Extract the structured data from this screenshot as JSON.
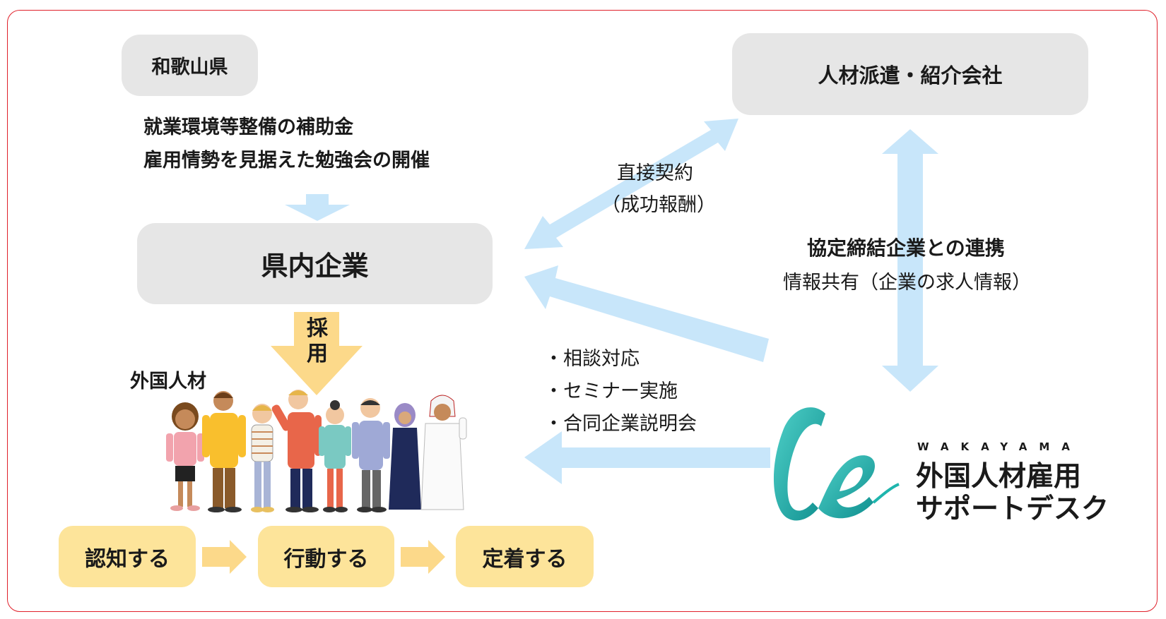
{
  "wakayama_pref": "和歌山県",
  "pref_support": [
    "就業環境等整備の補助金",
    "雇用情勢を見据えた勉強会の開催"
  ],
  "companies": "県内企業",
  "hire_label": "採用",
  "foreign_talent": "外国人材",
  "staffing": "人材派遣・紹介会社",
  "direct_contract": [
    "直接契約",
    "（成功報酬）"
  ],
  "partnership_title": "協定締結企業との連携",
  "partnership_desc": "情報共有（企業の求人情報）",
  "support_services": [
    "・相談対応",
    "・セミナー実施",
    "・合同企業説明会"
  ],
  "desk_brand": {
    "wakayama": "WAKAYAMA",
    "line1": "外国人材雇用",
    "line2": "サポートデスク",
    "teal": "#1fb5ad"
  },
  "steps": [
    "認知する",
    "行動する",
    "定着する"
  ],
  "colors": {
    "frame": "#e0202a",
    "box": "#e6e6e6",
    "arrow_blue": "#c8e6fa",
    "arrow_yellow": "#fcd98a",
    "step": "#fde49a"
  }
}
